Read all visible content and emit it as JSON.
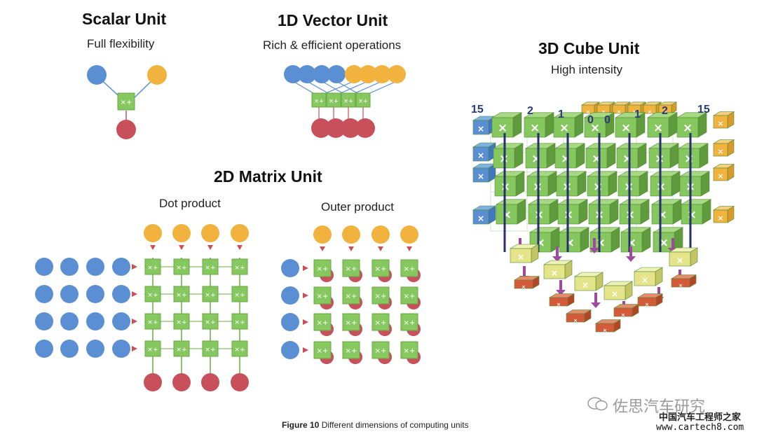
{
  "scalar": {
    "title": "Scalar Unit",
    "subtitle": "Full flexibility",
    "op": "×+"
  },
  "vector": {
    "title": "1D Vector Unit",
    "subtitle": "Rich & efficient operations",
    "op": "×+"
  },
  "matrix": {
    "title": "2D Matrix Unit",
    "dot_label": "Dot product",
    "outer_label": "Outer product",
    "op": "×+"
  },
  "cube": {
    "title": "3D Cube Unit",
    "subtitle": "High intensity",
    "top_numbers": [
      "15",
      "2",
      "1",
      "0",
      "0",
      "1",
      "2",
      "15"
    ]
  },
  "caption": {
    "label": "Figure 10",
    "text": "Different dimensions of computing units"
  },
  "watermark": {
    "account": "佐思汽车研究",
    "site_name": "中国汽车工程师之家",
    "url": "www.cartech8.com"
  },
  "colors": {
    "blue": "#5b8fd4",
    "orange": "#f2b23e",
    "red": "#c8505a",
    "green": "#86c760",
    "pink_arrow": "#c8505a",
    "purple_arrow": "#a04a9e",
    "yellow_box": "#e4e58a",
    "red_box": "#d45a3a"
  }
}
